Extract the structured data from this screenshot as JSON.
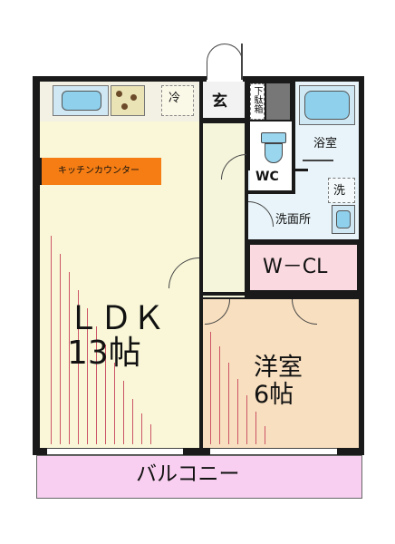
{
  "rooms": {
    "ldk": {
      "name": "ＬＤＫ",
      "size": "13帖"
    },
    "western": {
      "name": "洋室",
      "size": "6帖"
    },
    "wcl": {
      "name": "W－CL"
    },
    "bath": {
      "name": "浴室"
    },
    "washroom": {
      "name": "洗面所"
    },
    "wc": {
      "name": "WC"
    },
    "entrance": {
      "name": "玄"
    },
    "shoebox": {
      "name": "下駄箱"
    },
    "balcony": {
      "name": "バルコニー"
    },
    "fridge": {
      "name": "冷"
    },
    "laundry": {
      "name": "洗"
    },
    "counter": {
      "name": "キッチンカウンター"
    }
  },
  "colors": {
    "ldk": "#f9f7d8",
    "western": "#f8dfbf",
    "wcl": "#fad9e0",
    "wet": "#e8f4f9",
    "balcony": "#f8cff0",
    "counter": "#f57d13",
    "corridor": "#f5f5dc"
  }
}
